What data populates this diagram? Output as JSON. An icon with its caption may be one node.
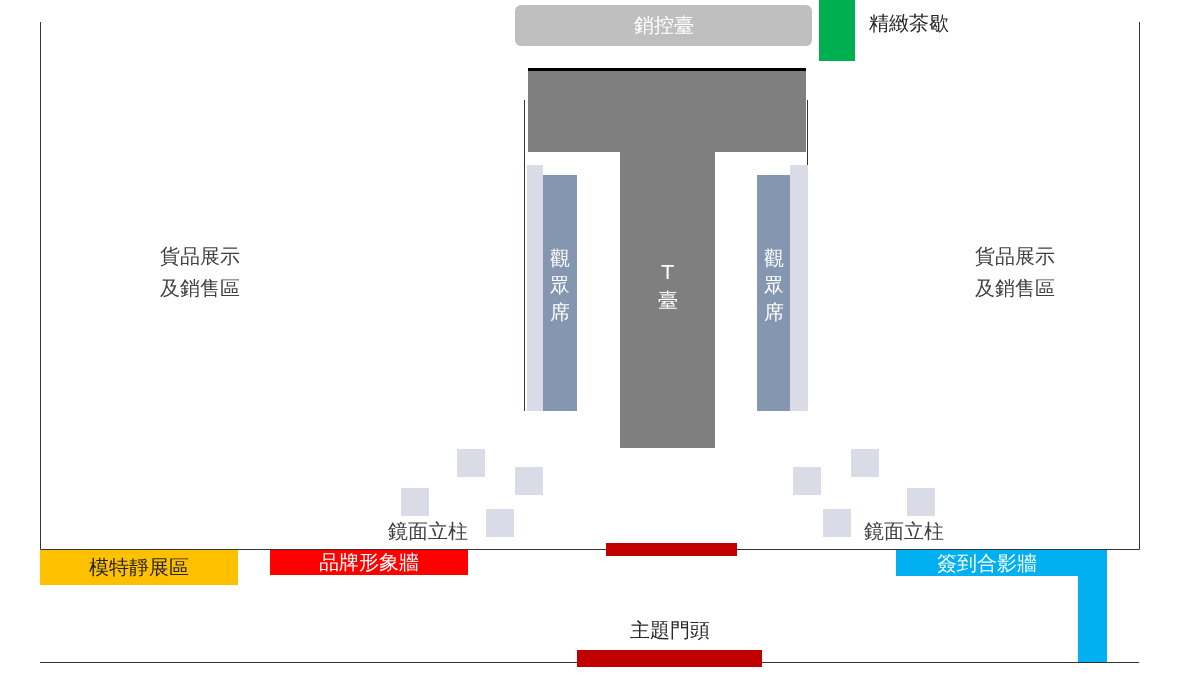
{
  "diagram": {
    "nodes": [
      {
        "text": [
          "銷控臺"
        ]
      },
      {
        "text": [
          "精緻茶歇"
        ]
      },
      {
        "text": [
          "T臺"
        ]
      },
      {
        "text": [
          "觀眾席"
        ]
      },
      {
        "text": [
          "觀眾席"
        ]
      },
      {
        "text": [
          "模特靜展區"
        ]
      },
      {
        "text": [
          "品牌形象牆"
        ]
      },
      {
        "text": [],
        "shape": "bar"
      },
      {
        "text": [
          "簽到合影牆"
        ]
      },
      {
        "text": [
          "主題門頭"
        ]
      }
    ],
    "labels": [
      "貨品展示及銷售區",
      "貨品展示及銷售區",
      "鏡面立柱",
      "鏡面立柱"
    ]
  }
}
